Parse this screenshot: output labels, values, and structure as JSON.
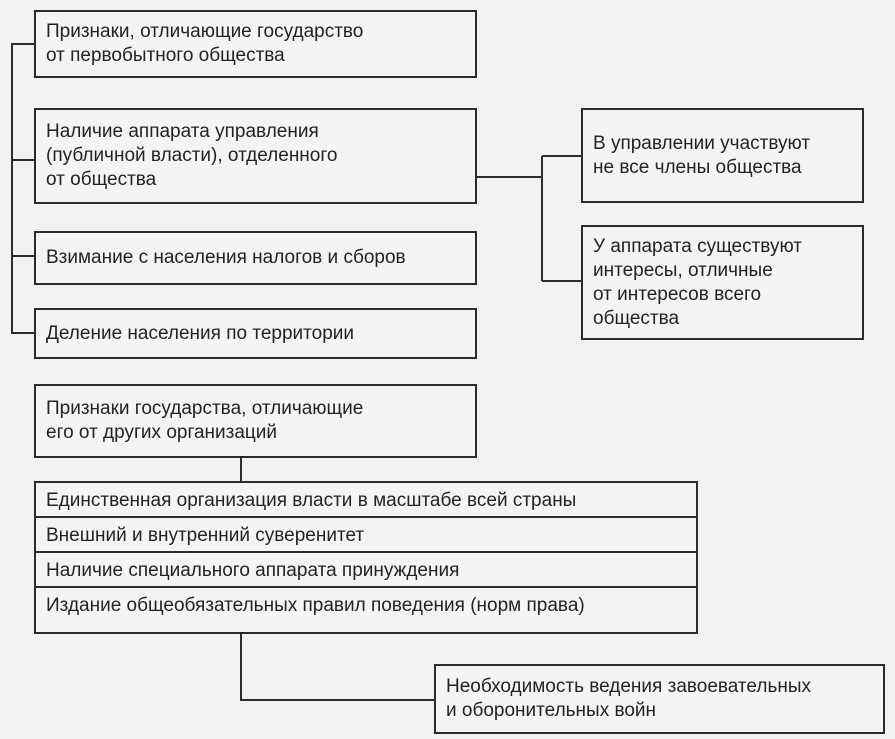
{
  "top": {
    "header": "Признаки, отличающие государство\nот первобытного общества",
    "items": [
      "Наличие аппарата управления\n(публичной власти), отделенного\nот общества",
      "Взимание с населения налогов и сборов",
      "Деление населения по территории"
    ],
    "right": [
      "В управлении участвуют\nне все члены общества",
      "У аппарата существуют\nинтересы, отличные\nот интересов всего\nобщества"
    ]
  },
  "bottom": {
    "header": "Признаки государства, отличающие\nего от других организаций",
    "items": [
      "Единственная организация власти в масштабе всей страны",
      "Внешний и внутренний суверенитет",
      "Наличие специального аппарата принуждения",
      "Издание общеобязательных правил поведения (норм права)"
    ],
    "footer": "Необходимость ведения завоевательных\nи оборонительных войн"
  }
}
